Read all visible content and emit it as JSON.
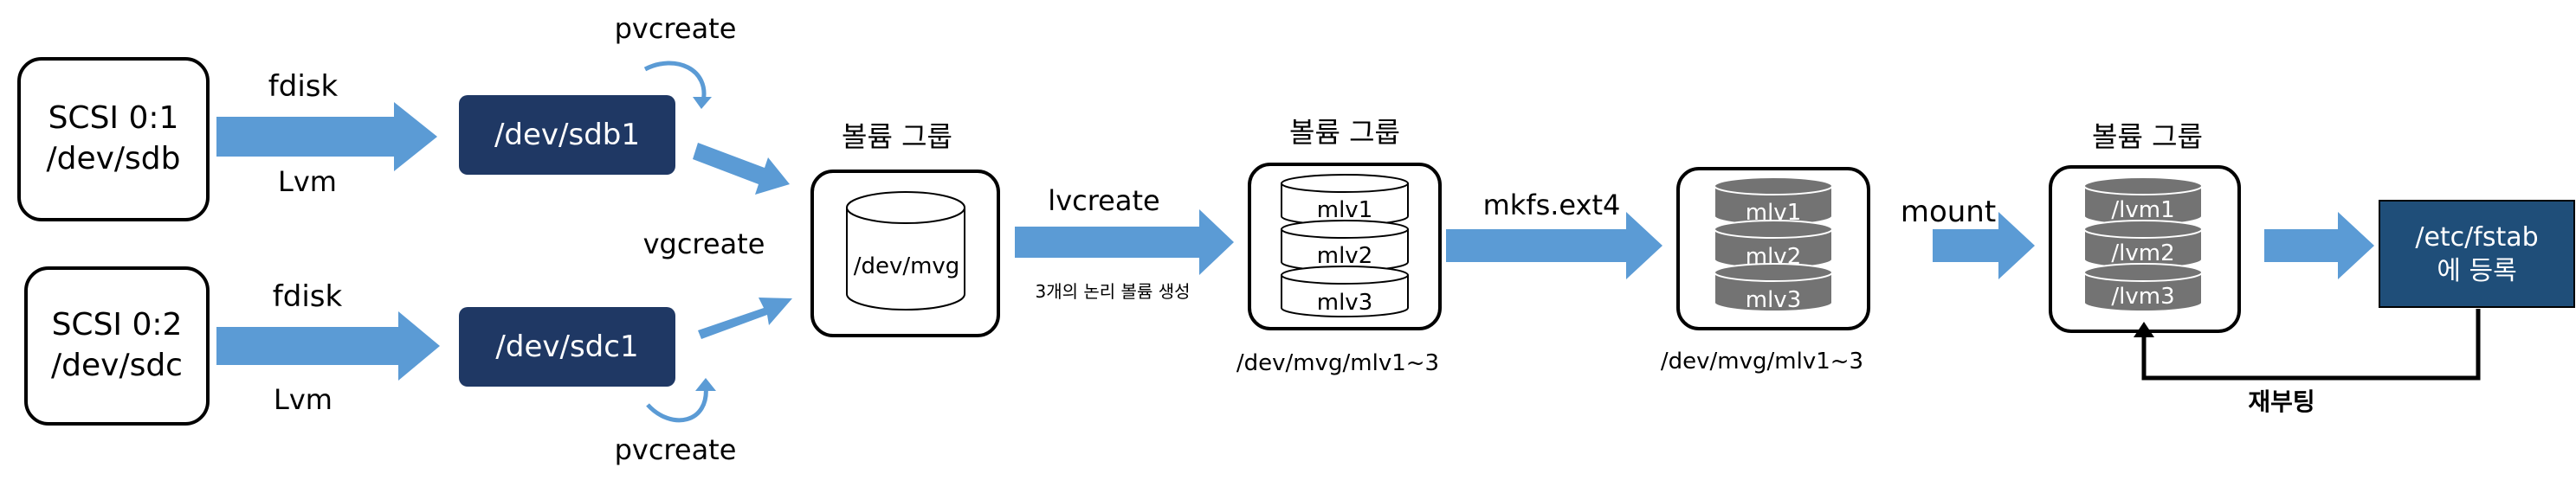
{
  "disks": [
    {
      "line1": "SCSI 0:1",
      "line2": "/dev/sdb",
      "tool_top": "fdisk",
      "tool_bottom": "Lvm",
      "partition": "/dev/sdb1",
      "pv_label": "pvcreate"
    },
    {
      "line1": "SCSI 0:2",
      "line2": "/dev/sdc",
      "tool_top": "fdisk",
      "tool_bottom": "Lvm",
      "partition": "/dev/sdc1",
      "pv_label": "pvcreate"
    }
  ],
  "vgcreate_label": "vgcreate",
  "vg1": {
    "title": "볼륨 그룹",
    "device": "/dev/mvg"
  },
  "lvcreate": {
    "label": "lvcreate",
    "note": "3개의 논리 볼륨 생성"
  },
  "vg2": {
    "title": "볼륨 그룹",
    "volumes": [
      "mlv1",
      "mlv2",
      "mlv3"
    ],
    "path": "/dev/mvg/mlv1~3"
  },
  "mkfs_label": "mkfs.ext4",
  "vg3": {
    "volumes": [
      "mlv1",
      "mlv2",
      "mlv3"
    ],
    "path": "/dev/mvg/mlv1~3"
  },
  "mount_label": "mount",
  "vg4": {
    "title": "볼륨 그룹",
    "volumes": [
      "/lvm1",
      "/lvm2",
      "/lvm3"
    ]
  },
  "fstab": {
    "line1": "/etc/fstab",
    "line2": "에 등록"
  },
  "reboot_label": "재부팅",
  "colors": {
    "arrow": "#5b9bd5",
    "dark_box": "#1f3864",
    "fstab_box": "#1f4e79",
    "gray_disk": "#737373"
  }
}
